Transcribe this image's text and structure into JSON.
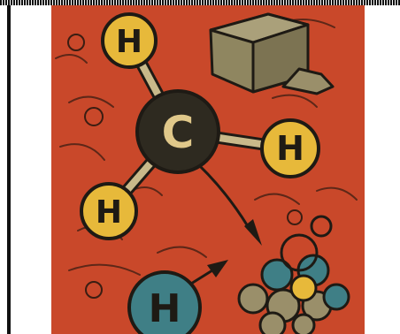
{
  "illustration": {
    "atoms": {
      "carbon": {
        "symbol": "C"
      },
      "hydrogen_top": {
        "symbol": "H"
      },
      "hydrogen_right": {
        "symbol": "H"
      },
      "hydrogen_left": {
        "symbol": "H"
      },
      "hydrogen_bottom": {
        "symbol": "H"
      }
    },
    "colors": {
      "background": "#c9482a",
      "hydrogen_fill": "#e7b93a",
      "carbon_fill": "#2e2a20",
      "blue_atom": "#3f7f86",
      "rock": "#9a8f6a",
      "outline": "#1e1a14"
    }
  }
}
